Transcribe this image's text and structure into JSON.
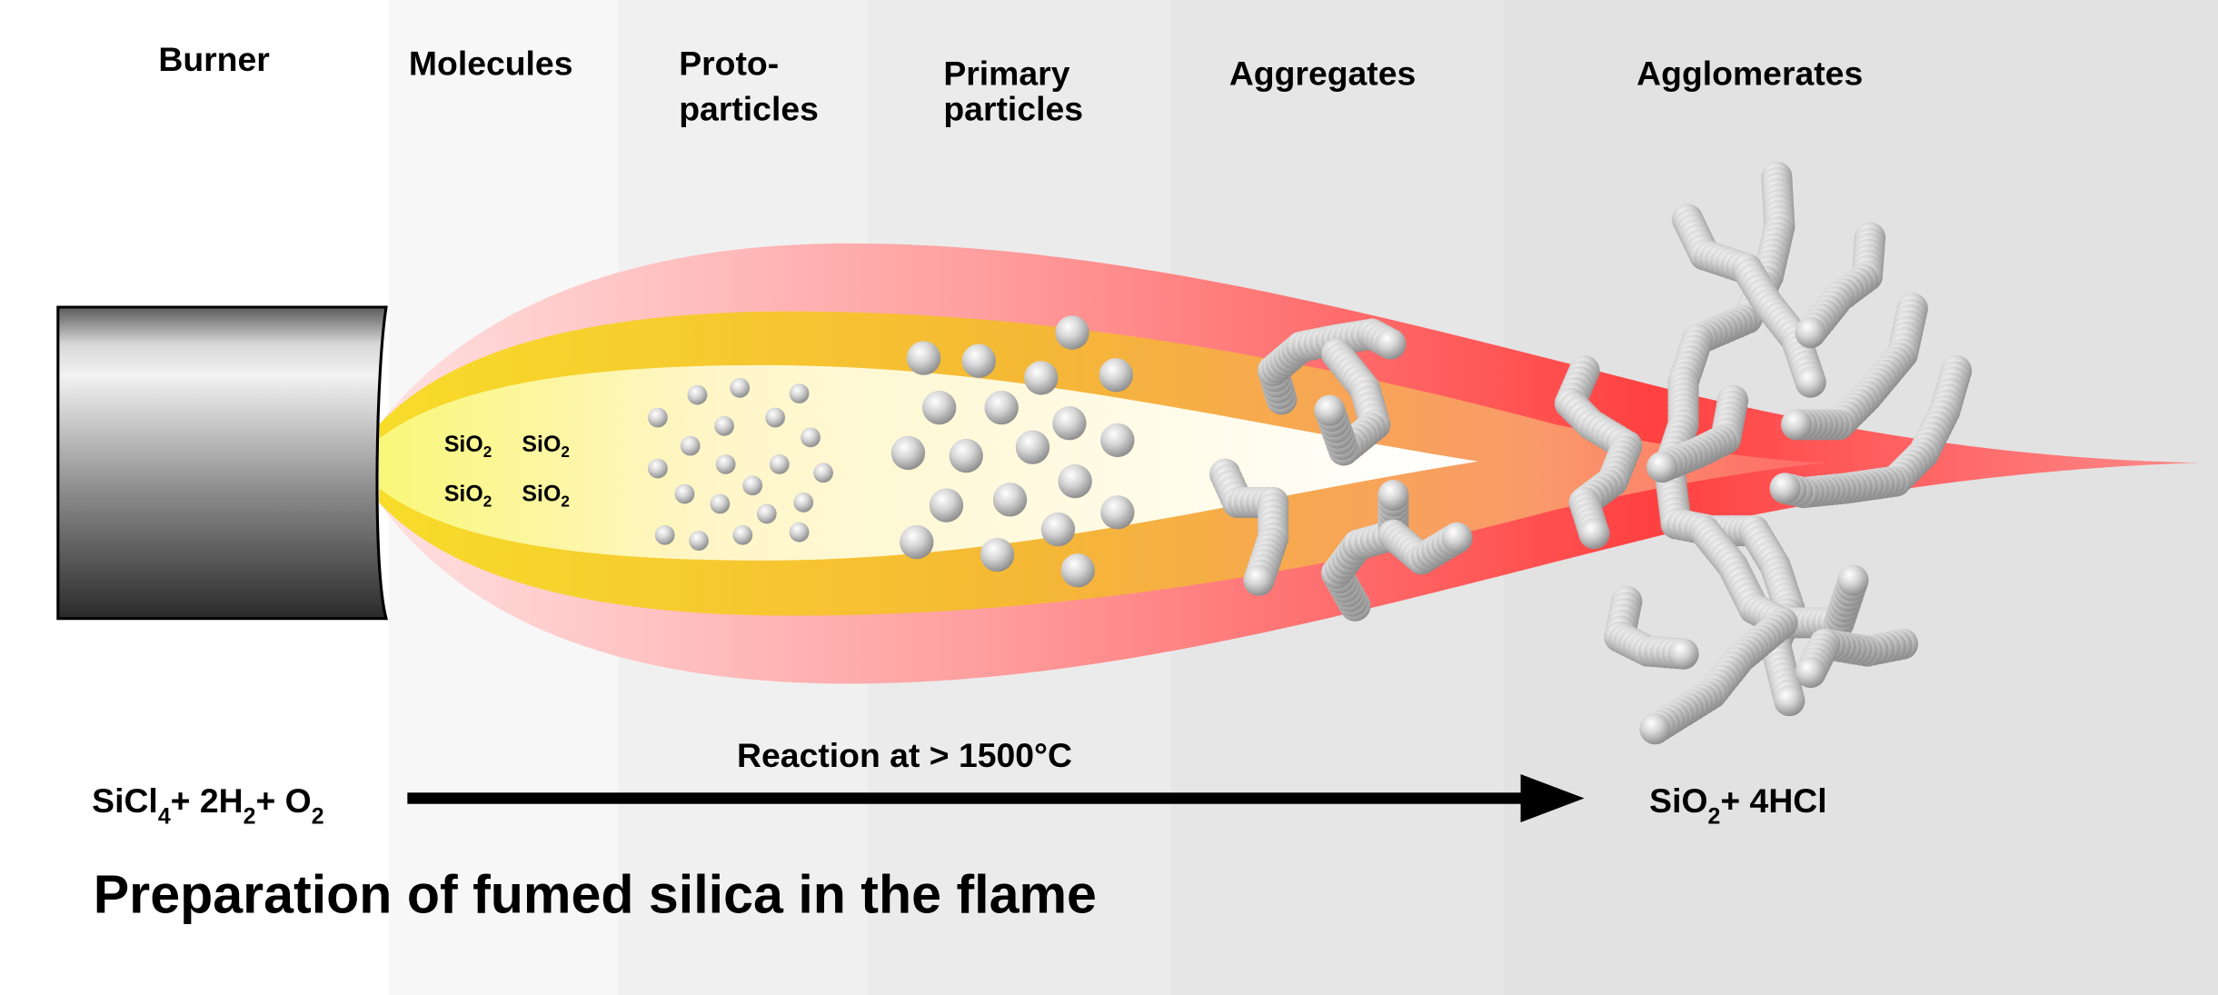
{
  "stages": [
    {
      "id": "burner",
      "lines": [
        "Burner"
      ]
    },
    {
      "id": "molecules",
      "lines": [
        "Molecules"
      ]
    },
    {
      "id": "protoparticles",
      "lines": [
        "Proto-",
        "particles"
      ]
    },
    {
      "id": "primary",
      "lines": [
        "Primary",
        "particles"
      ]
    },
    {
      "id": "aggregates",
      "lines": [
        "Aggregates"
      ]
    },
    {
      "id": "agglomerates",
      "lines": [
        "Agglomerates"
      ]
    }
  ],
  "molecule_label": {
    "base": "SiO",
    "sub": "2"
  },
  "reaction": {
    "condition": "Reaction at > 1500°C",
    "reactants": [
      {
        "base": "SiCl",
        "sub": "4"
      },
      {
        "base": "+ 2H",
        "sub": "2"
      },
      {
        "base": "+ O",
        "sub": "2"
      }
    ],
    "products": [
      {
        "base": "SiO",
        "sub": "2"
      },
      {
        "base": "+ 4HCl",
        "sub": ""
      }
    ]
  },
  "title": "Preparation of fumed silica in the flame",
  "colors": {
    "band_1": "#ffffff",
    "band_2": "#f7f7f7",
    "band_3": "#f0f0f0",
    "band_4": "#ebebeb",
    "band_5": "#e6e6e6",
    "band_6": "#e2e2e2",
    "flame_outer": "#ff4444",
    "flame_mid": "#f5c518",
    "flame_core": "#fffbe6",
    "arrow": "#000000"
  }
}
